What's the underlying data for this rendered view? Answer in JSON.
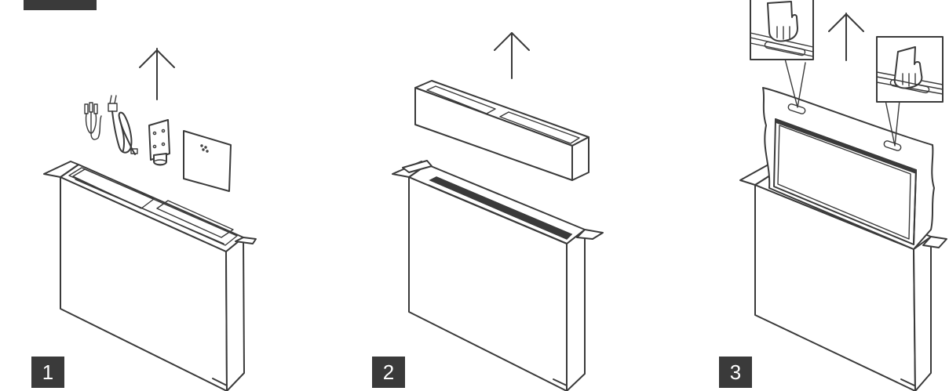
{
  "steps": [
    {
      "number": "1"
    },
    {
      "number": "2"
    },
    {
      "number": "3"
    }
  ],
  "colors": {
    "ink": "#3a3a3a",
    "background": "#ffffff",
    "badge": "#3a3a3a"
  },
  "icons": [
    "up-arrow-icon",
    "av-cable-icon",
    "power-cord-icon",
    "stand-bracket-icon",
    "remote-panel-icon",
    "hand-grip-icon"
  ]
}
